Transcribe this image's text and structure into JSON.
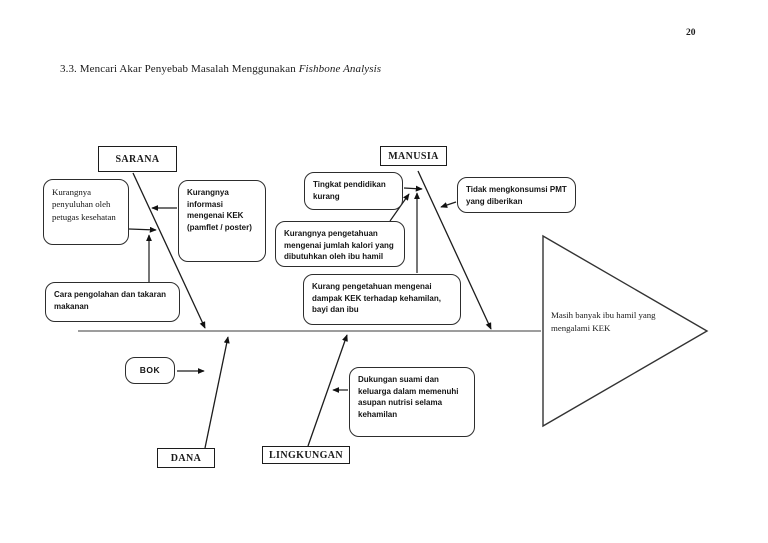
{
  "page": {
    "number": "20",
    "heading": {
      "text": "3.3. Mencari Akar Penyebab Masalah Menggunakan ",
      "italic": "Fishbone Analysis"
    }
  },
  "diagram": {
    "effect": "Masih banyak ibu hamil yang mengalami KEK",
    "categories": {
      "sarana": "SARANA",
      "manusia": "MANUSIA",
      "dana": "DANA",
      "lingkungan": "LINGKUNGAN"
    },
    "causes": {
      "penyuluhan": "Kurangnya penyuluhan oleh petugas kesehatan",
      "informasi": "Kurangnya informasi mengenai KEK (pamflet / poster)",
      "cara_pengolahan": "Cara pengolahan dan takaran makanan",
      "bok": "BOK",
      "tingkat_pendidikan": "Tingkat pendidikan kurang",
      "kalori": "Kurangnya pengetahuan mengenai jumlah kalori yang dibutuhkan oleh ibu hamil",
      "dampak_kek": "Kurang pengetahuan mengenai dampak KEK terhadap kehamilan, bayi dan ibu",
      "pmt": "Tidak mengkonsumsi PMT yang diberikan",
      "dukungan": "Dukungan suami dan keluarga dalam memenuhi asupan nutrisi selama kehamilan"
    }
  }
}
